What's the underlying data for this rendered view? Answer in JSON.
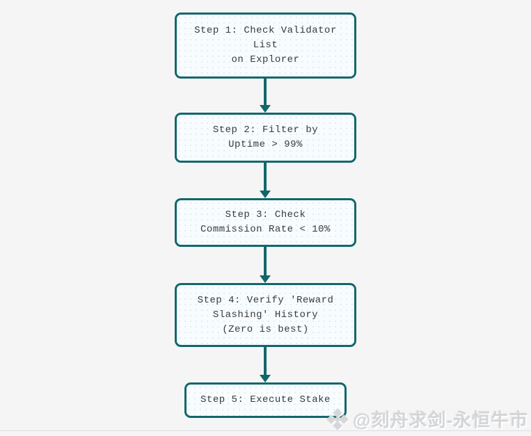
{
  "page": {
    "background_color": "#f5f5f6",
    "divider_color": "#dcdde0"
  },
  "flowchart": {
    "accent_color": "#11676b",
    "box_fill_color": "#f8fcfe",
    "text_color": "#3a3a3a",
    "steps": [
      {
        "id": 1,
        "lines": [
          "Step 1: Check Validator",
          "List",
          "on Explorer"
        ]
      },
      {
        "id": 2,
        "lines": [
          "Step 2: Filter by",
          "Uptime > 99%"
        ]
      },
      {
        "id": 3,
        "lines": [
          "Step 3: Check",
          "Commission Rate < 10%"
        ]
      },
      {
        "id": 4,
        "lines": [
          "Step 4: Verify 'Reward",
          "Slashing' History",
          "(Zero is best)"
        ]
      },
      {
        "id": 5,
        "lines": [
          "Step 5: Execute Stake"
        ]
      }
    ]
  },
  "watermark": {
    "handle": "@刻舟求剑-永恒牛市",
    "logo": "diamond-logo-icon",
    "color": "#d4d5d7"
  }
}
